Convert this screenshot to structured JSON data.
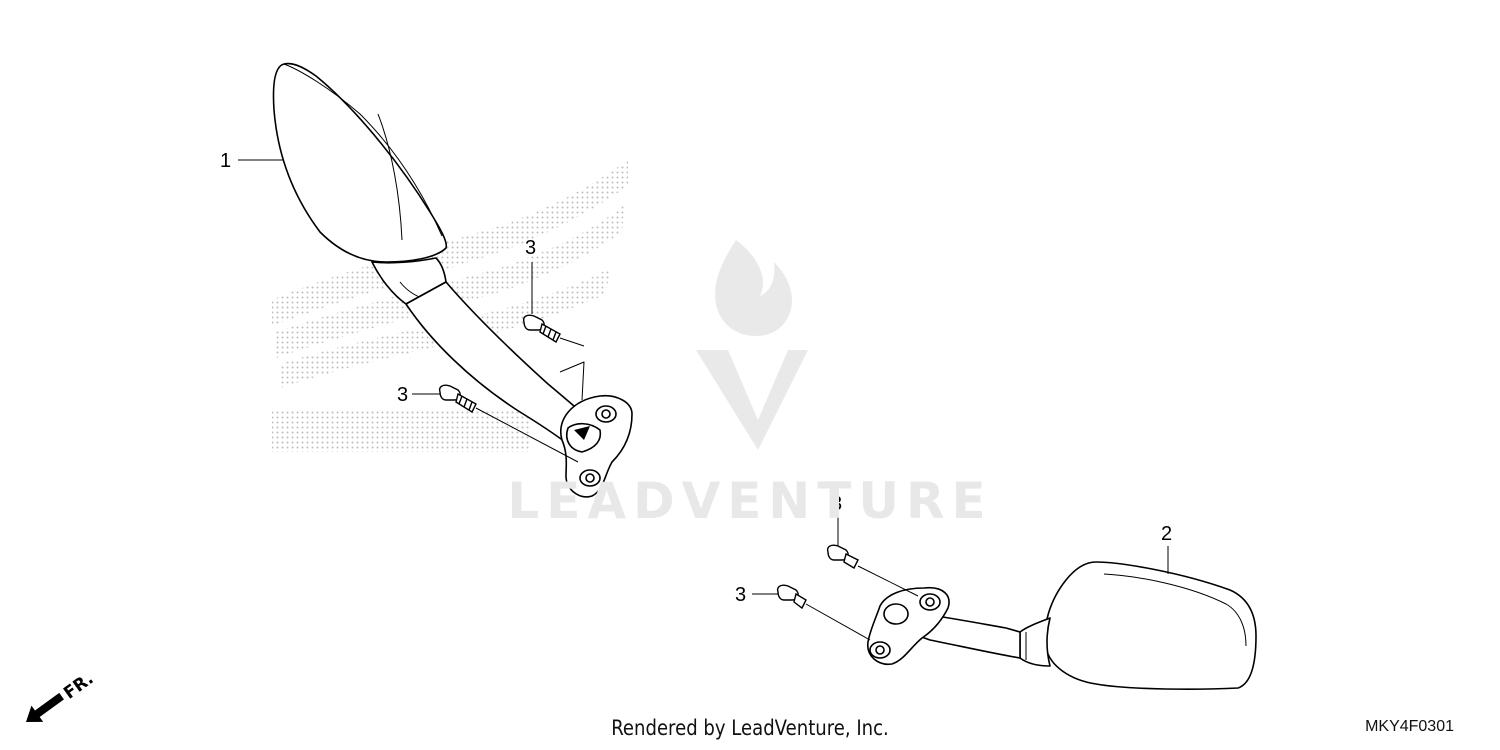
{
  "diagram": {
    "callouts": {
      "left_mirror": "1",
      "right_mirror": "2",
      "bolt_a": "3",
      "bolt_b": "3",
      "bolt_c": "3",
      "bolt_d": "3"
    },
    "direction_label": "FR.",
    "watermark_text": "LEADVENTURE",
    "footer_credit": "Rendered by LeadVenture, Inc.",
    "diagram_code": "MKY4F0301"
  }
}
